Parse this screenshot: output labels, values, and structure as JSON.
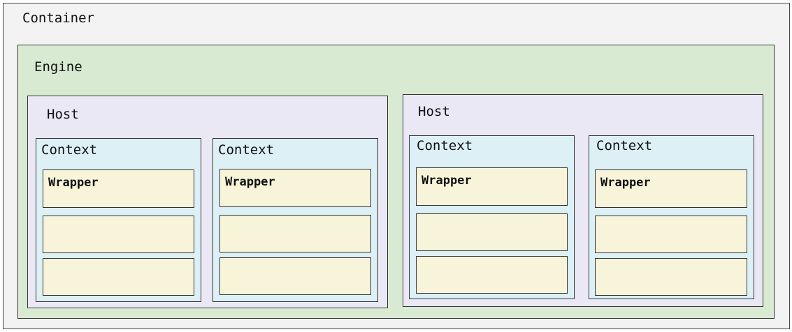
{
  "container": {
    "label": "Container"
  },
  "engine": {
    "label": "Engine"
  },
  "hosts": [
    {
      "label": "Host",
      "contexts": [
        {
          "label": "Context",
          "wrappers": [
            "Wrapper",
            "",
            ""
          ]
        },
        {
          "label": "Context",
          "wrappers": [
            "Wrapper",
            "",
            ""
          ]
        }
      ]
    },
    {
      "label": "Host",
      "contexts": [
        {
          "label": "Context",
          "wrappers": [
            "Wrapper",
            "",
            ""
          ]
        },
        {
          "label": "Context",
          "wrappers": [
            "Wrapper",
            "",
            ""
          ]
        }
      ]
    }
  ],
  "colors": {
    "container": "#f3f3f3",
    "engine": "#d9ead3",
    "host": "#ebe8f6",
    "context": "#dcf0f6",
    "wrapper": "#f7f4da"
  }
}
